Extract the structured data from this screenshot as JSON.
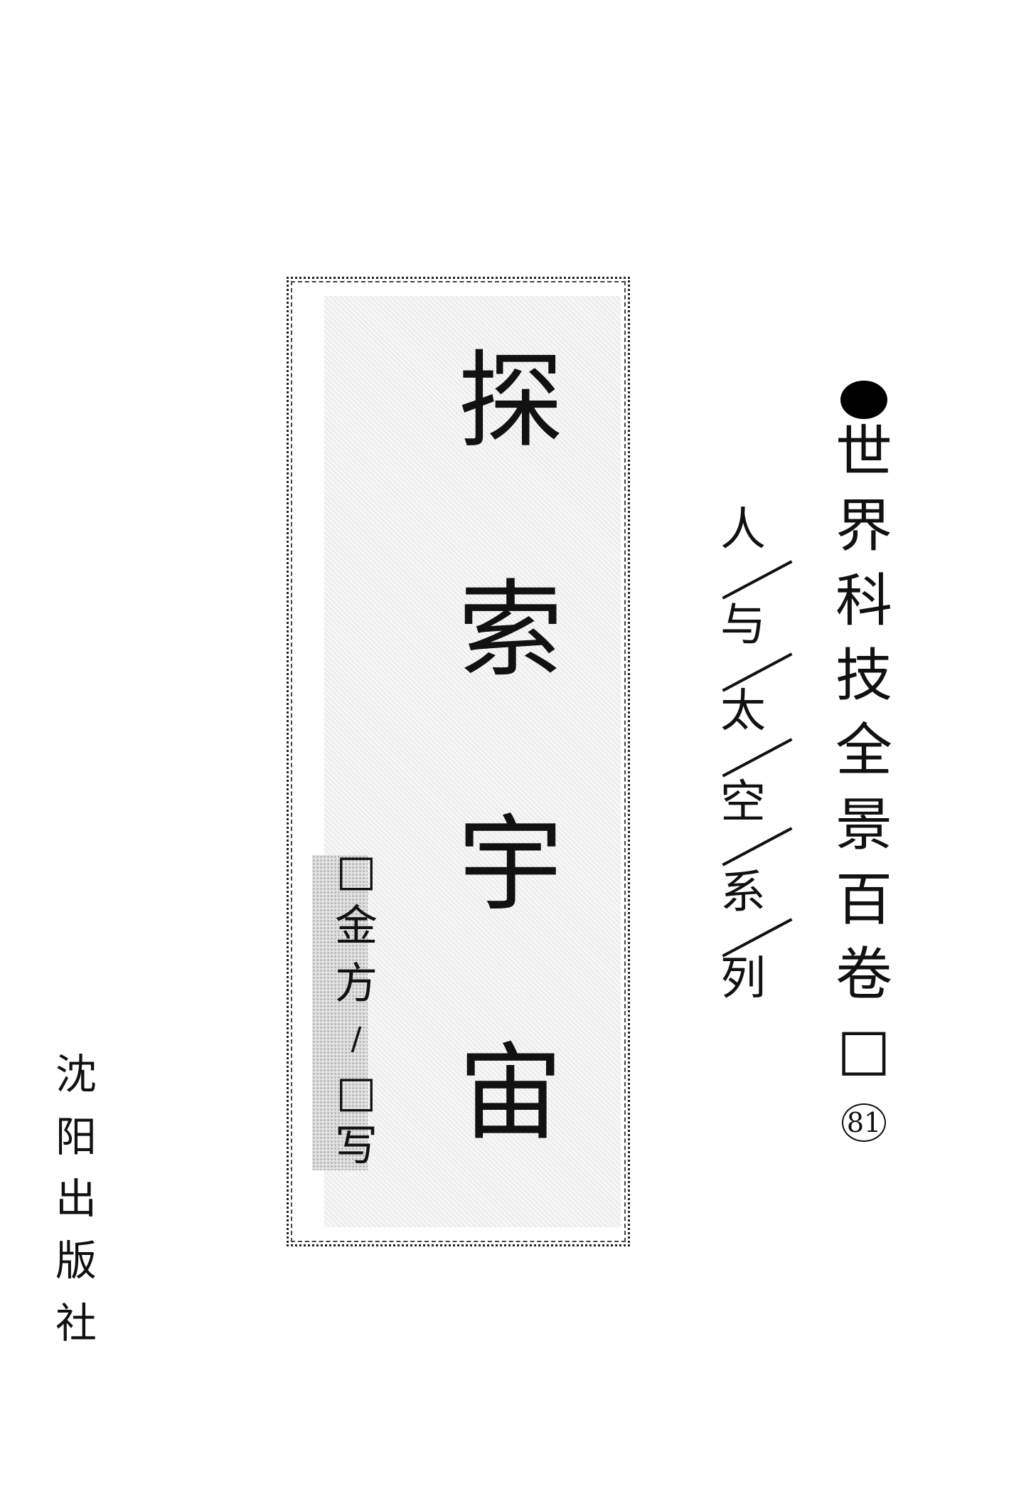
{
  "title": [
    "探",
    "索",
    "宇",
    "宙"
  ],
  "author": [
    "□",
    "金",
    "方",
    "/",
    "□",
    "写"
  ],
  "series": {
    "chars": [
      "世",
      "界",
      "科",
      "技",
      "全",
      "景",
      "百",
      "卷",
      "□"
    ],
    "number": "81"
  },
  "subseries": [
    "人",
    "与",
    "太",
    "空",
    "系",
    "列"
  ],
  "publisher": [
    "沈",
    "阳",
    "出",
    "版",
    "社"
  ]
}
